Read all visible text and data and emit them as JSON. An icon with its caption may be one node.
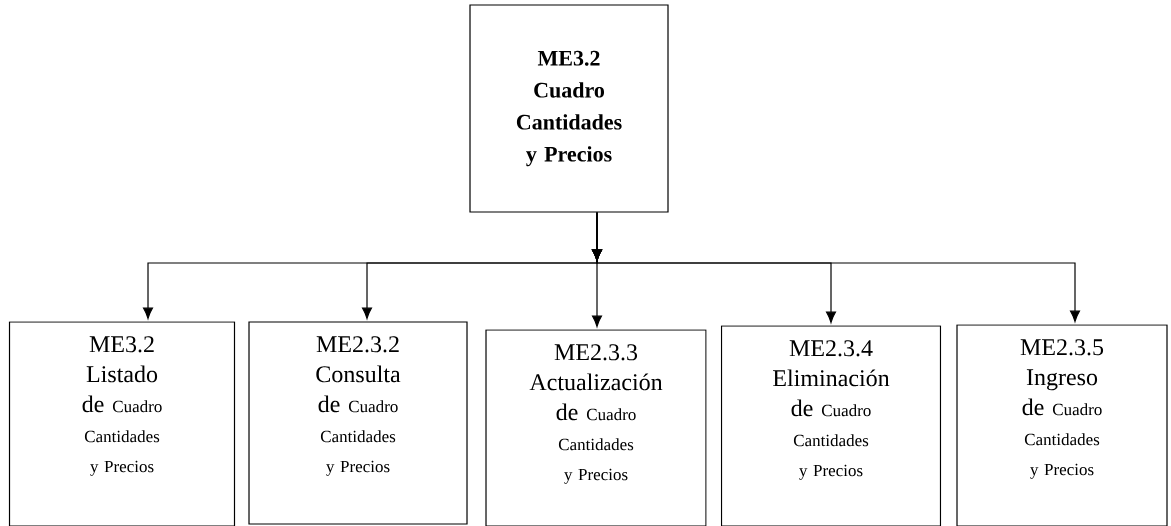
{
  "diagram": {
    "nodes": [
      {
        "text": [
          "ME3.2 Cuadro Cantidades y Precios"
        ]
      },
      {
        "text": [
          "ME3.2 Listado de",
          "Cuadro Cantidades y Precios"
        ]
      },
      {
        "text": [
          "ME2.3.2 Consulta de",
          "Cuadro Cantidades y Precios"
        ]
      },
      {
        "text": [
          "ME2.3.3 Actualización de",
          "Cuadro Cantidades y Precios"
        ]
      },
      {
        "text": [
          "ME2.3.4 Eliminación de",
          "Cuadro Cantidades y Precios"
        ]
      },
      {
        "text": [
          "ME2.3.5 Ingreso de",
          "Cuadro Cantidades y Precios"
        ]
      }
    ],
    "edges": [
      {
        "from": 0,
        "to": 1,
        "arrow": "to"
      },
      {
        "from": 0,
        "to": 2,
        "arrow": "to"
      },
      {
        "from": 0,
        "to": 3,
        "arrow": "to"
      },
      {
        "from": 0,
        "to": 4,
        "arrow": "to"
      },
      {
        "from": 0,
        "to": 5,
        "arrow": "to"
      }
    ]
  }
}
